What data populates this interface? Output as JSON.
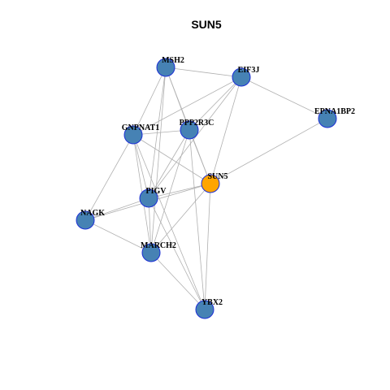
{
  "title": "SUN5",
  "colors": {
    "node_fill": "#4682B4",
    "node_stroke": "#1C2FD6",
    "focus_fill": "#FFA500",
    "edge": "#B0B0B0"
  },
  "nodes": [
    {
      "id": "SUN5",
      "label": "SUN5",
      "focus": true
    },
    {
      "id": "MSH2",
      "label": "MSH2"
    },
    {
      "id": "EIF3J",
      "label": "EIF3J"
    },
    {
      "id": "EPNA1BP2",
      "label": "EPNA1BP2"
    },
    {
      "id": "GNPNAT1",
      "label": "GNPNAT1"
    },
    {
      "id": "PPP2R3C",
      "label": "PPP2R3C"
    },
    {
      "id": "PIGV",
      "label": "PIGV"
    },
    {
      "id": "NAGK",
      "label": "NAGK"
    },
    {
      "id": "MARCH2",
      "label": "MARCH2"
    },
    {
      "id": "YBX2",
      "label": "YBX2"
    }
  ],
  "edges": [
    [
      "MSH2",
      "EIF3J"
    ],
    [
      "MSH2",
      "GNPNAT1"
    ],
    [
      "MSH2",
      "PPP2R3C"
    ],
    [
      "MSH2",
      "SUN5"
    ],
    [
      "MSH2",
      "PIGV"
    ],
    [
      "MSH2",
      "MARCH2"
    ],
    [
      "EIF3J",
      "GNPNAT1"
    ],
    [
      "EIF3J",
      "PPP2R3C"
    ],
    [
      "EIF3J",
      "EPNA1BP2"
    ],
    [
      "EIF3J",
      "SUN5"
    ],
    [
      "EIF3J",
      "PIGV"
    ],
    [
      "EPNA1BP2",
      "SUN5"
    ],
    [
      "GNPNAT1",
      "PPP2R3C"
    ],
    [
      "GNPNAT1",
      "SUN5"
    ],
    [
      "GNPNAT1",
      "PIGV"
    ],
    [
      "GNPNAT1",
      "NAGK"
    ],
    [
      "GNPNAT1",
      "MARCH2"
    ],
    [
      "GNPNAT1",
      "YBX2"
    ],
    [
      "PPP2R3C",
      "SUN5"
    ],
    [
      "PPP2R3C",
      "PIGV"
    ],
    [
      "PPP2R3C",
      "MARCH2"
    ],
    [
      "PPP2R3C",
      "YBX2"
    ],
    [
      "SUN5",
      "PIGV"
    ],
    [
      "SUN5",
      "NAGK"
    ],
    [
      "SUN5",
      "MARCH2"
    ],
    [
      "SUN5",
      "YBX2"
    ],
    [
      "PIGV",
      "NAGK"
    ],
    [
      "PIGV",
      "MARCH2"
    ],
    [
      "PIGV",
      "YBX2"
    ],
    [
      "NAGK",
      "MARCH2"
    ],
    [
      "MARCH2",
      "YBX2"
    ]
  ]
}
